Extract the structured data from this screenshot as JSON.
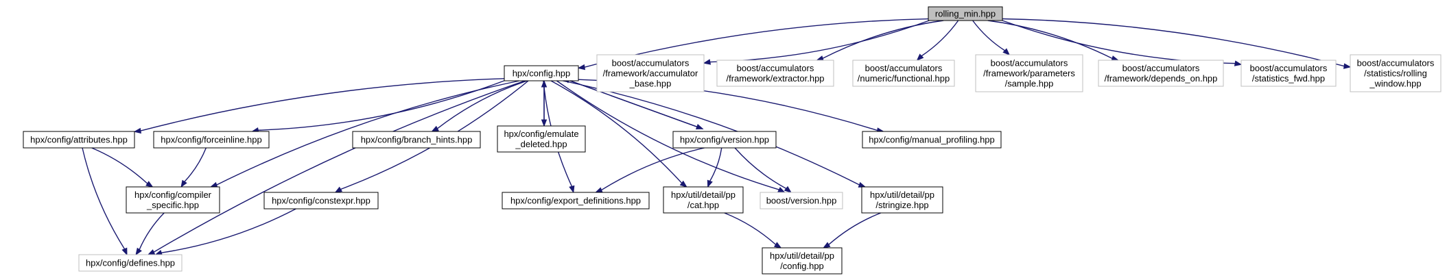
{
  "graph": {
    "nodes": [
      {
        "id": "root",
        "label": [
          "rolling_min.hpp"
        ],
        "style": "root"
      },
      {
        "id": "config",
        "label": [
          "hpx/config.hpp"
        ],
        "style": "normal"
      },
      {
        "id": "acc_base",
        "label": [
          "boost/accumulators",
          "/framework/accumulator",
          "_base.hpp"
        ],
        "style": "external"
      },
      {
        "id": "extractor",
        "label": [
          "boost/accumulators",
          "/framework/extractor.hpp"
        ],
        "style": "external"
      },
      {
        "id": "functional",
        "label": [
          "boost/accumulators",
          "/numeric/functional.hpp"
        ],
        "style": "external"
      },
      {
        "id": "sample",
        "label": [
          "boost/accumulators",
          "/framework/parameters",
          "/sample.hpp"
        ],
        "style": "external"
      },
      {
        "id": "depends_on",
        "label": [
          "boost/accumulators",
          "/framework/depends_on.hpp"
        ],
        "style": "external"
      },
      {
        "id": "stats_fwd",
        "label": [
          "boost/accumulators",
          "/statistics_fwd.hpp"
        ],
        "style": "external"
      },
      {
        "id": "rolling_window",
        "label": [
          "boost/accumulators",
          "/statistics/rolling",
          "_window.hpp"
        ],
        "style": "external"
      },
      {
        "id": "attributes",
        "label": [
          "hpx/config/attributes.hpp"
        ],
        "style": "normal"
      },
      {
        "id": "forceinline",
        "label": [
          "hpx/config/forceinline.hpp"
        ],
        "style": "normal"
      },
      {
        "id": "branch_hints",
        "label": [
          "hpx/config/branch_hints.hpp"
        ],
        "style": "normal"
      },
      {
        "id": "emulate_deleted",
        "label": [
          "hpx/config/emulate",
          "_deleted.hpp"
        ],
        "style": "normal"
      },
      {
        "id": "version",
        "label": [
          "hpx/config/version.hpp"
        ],
        "style": "normal"
      },
      {
        "id": "manual_profiling",
        "label": [
          "hpx/config/manual_profiling.hpp"
        ],
        "style": "normal"
      },
      {
        "id": "compiler_specific",
        "label": [
          "hpx/config/compiler",
          "_specific.hpp"
        ],
        "style": "normal"
      },
      {
        "id": "constexpr",
        "label": [
          "hpx/config/constexpr.hpp"
        ],
        "style": "normal"
      },
      {
        "id": "export_definitions",
        "label": [
          "hpx/config/export_definitions.hpp"
        ],
        "style": "normal"
      },
      {
        "id": "pp_cat",
        "label": [
          "hpx/util/detail/pp",
          "/cat.hpp"
        ],
        "style": "normal"
      },
      {
        "id": "boost_version",
        "label": [
          "boost/version.hpp"
        ],
        "style": "external"
      },
      {
        "id": "stringize",
        "label": [
          "hpx/util/detail/pp",
          "/stringize.hpp"
        ],
        "style": "normal"
      },
      {
        "id": "defines",
        "label": [
          "hpx/config/defines.hpp"
        ],
        "style": "external"
      },
      {
        "id": "pp_config",
        "label": [
          "hpx/util/detail/pp",
          "/config.hpp"
        ],
        "style": "normal"
      }
    ],
    "edges": [
      [
        "root",
        "config"
      ],
      [
        "root",
        "acc_base"
      ],
      [
        "root",
        "extractor"
      ],
      [
        "root",
        "functional"
      ],
      [
        "root",
        "sample"
      ],
      [
        "root",
        "depends_on"
      ],
      [
        "root",
        "stats_fwd"
      ],
      [
        "root",
        "rolling_window"
      ],
      [
        "config",
        "attributes"
      ],
      [
        "config",
        "forceinline"
      ],
      [
        "config",
        "branch_hints"
      ],
      [
        "config",
        "emulate_deleted"
      ],
      [
        "config",
        "version"
      ],
      [
        "config",
        "manual_profiling"
      ],
      [
        "config",
        "compiler_specific"
      ],
      [
        "config",
        "constexpr"
      ],
      [
        "config",
        "export_definitions"
      ],
      [
        "config",
        "pp_cat"
      ],
      [
        "config",
        "boost_version"
      ],
      [
        "config",
        "stringize"
      ],
      [
        "config",
        "defines"
      ],
      [
        "emulate_deleted",
        "config"
      ],
      [
        "version",
        "config"
      ],
      [
        "attributes",
        "compiler_specific"
      ],
      [
        "attributes",
        "defines"
      ],
      [
        "forceinline",
        "compiler_specific"
      ],
      [
        "compiler_specific",
        "defines"
      ],
      [
        "constexpr",
        "defines"
      ],
      [
        "version",
        "export_definitions"
      ],
      [
        "version",
        "pp_cat"
      ],
      [
        "version",
        "boost_version"
      ],
      [
        "pp_cat",
        "pp_config"
      ],
      [
        "stringize",
        "pp_config"
      ]
    ],
    "colors": {
      "edge": "#191970",
      "root_fill": "#bfbfbf",
      "normal_stroke": "#000000",
      "external_stroke": "#bfbfbf",
      "background": "#ffffff"
    }
  }
}
